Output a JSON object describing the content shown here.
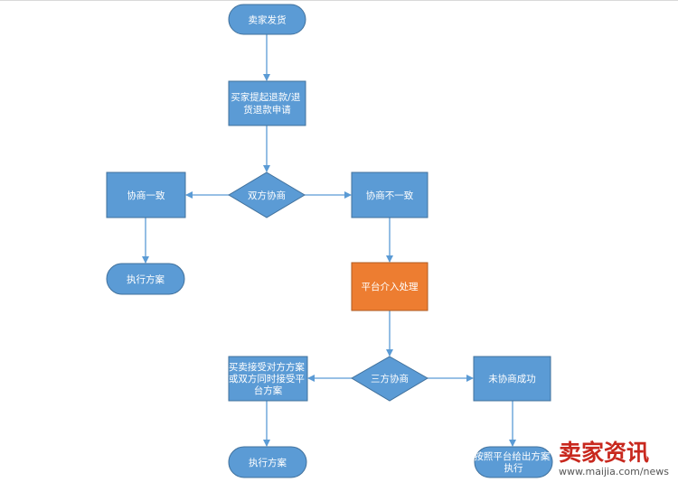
{
  "colors": {
    "node_fill": "#5b9bd5",
    "node_stroke": "#41719c",
    "highlight_fill": "#ed7d31",
    "highlight_stroke": "#ae5a21",
    "arrow": "#5b9bd5",
    "text": "#ffffff"
  },
  "nodes": {
    "seller_ship": "卖家发货",
    "refund_request": [
      "买家提起退款/退",
      "货退款申请"
    ],
    "negotiation": "双方协商",
    "agree": "协商一致",
    "execute_1": "执行方案",
    "disagree": "协商不一致",
    "platform": "平台介入处理",
    "three_way": "三方协商",
    "accept_plan": [
      "买卖接受对方方案",
      "或双方同时接受平",
      "台方案"
    ],
    "execute_2": "执行方案",
    "not_success": "未协商成功",
    "platform_plan": [
      "按照平台给出方案",
      "执行"
    ]
  },
  "watermark": {
    "logo_text": "卖家资讯",
    "url": "www.maijia.com/news"
  }
}
